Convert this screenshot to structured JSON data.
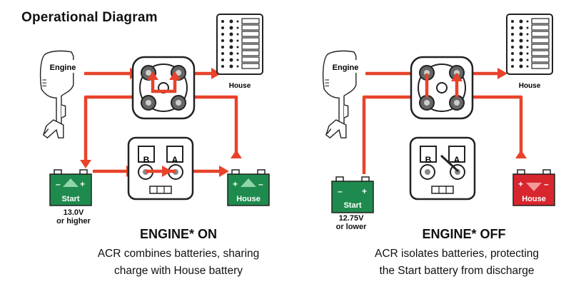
{
  "title": "Operational Diagram",
  "labels": {
    "engine": "Engine",
    "house": "House",
    "start": "Start",
    "switch_b": "B",
    "switch_a": "A"
  },
  "panels": [
    {
      "state": "on",
      "heading": "ENGINE* ON",
      "caption_line1": "ACR combines batteries, sharing",
      "caption_line2": "charge with House battery",
      "voltage_line1": "13.0V",
      "voltage_line2": "or higher"
    },
    {
      "state": "off",
      "heading": "ENGINE* OFF",
      "caption_line1": "ACR isolates batteries, protecting",
      "caption_line2": "the Start battery from discharge",
      "voltage_line1": "12.75V",
      "voltage_line2": "or lower"
    }
  ],
  "colors": {
    "flow": "#e8432b",
    "battery_green": "#1f8a4e",
    "battery_red": "#d8262e"
  }
}
